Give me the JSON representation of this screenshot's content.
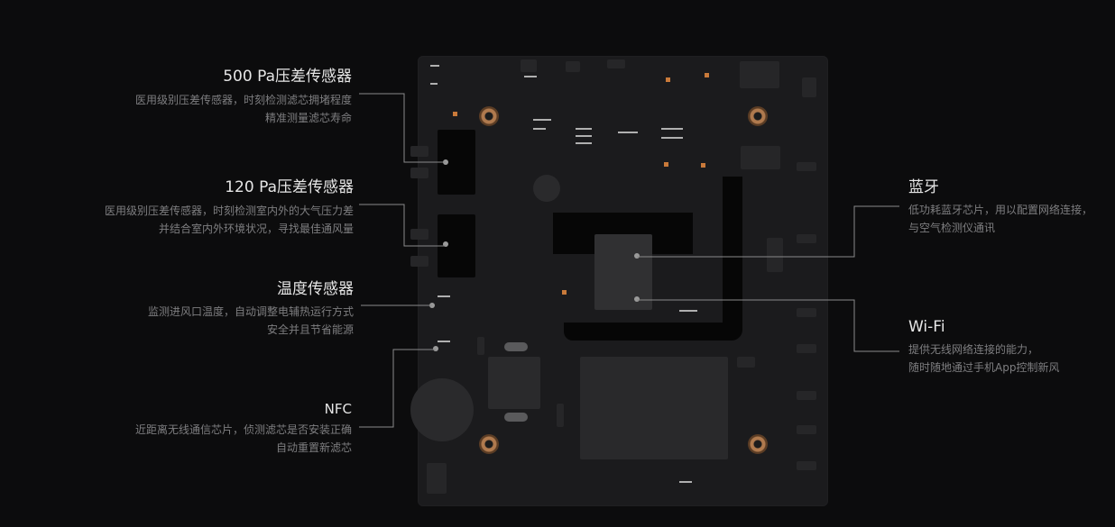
{
  "annotations": {
    "sensor500": {
      "title": "500 Pa压差传感器",
      "line1": "医用级别压差传感器，时刻检测滤芯拥堵程度",
      "line2": "精准测量滤芯寿命"
    },
    "sensor120": {
      "title": "120 Pa压差传感器",
      "line1": "医用级别压差传感器，时刻检测室内外的大气压力差",
      "line2": "并结合室内外环境状况，寻找最佳通风量"
    },
    "temperature": {
      "title": "温度传感器",
      "line1": "监测进风口温度，自动调整电辅热运行方式",
      "line2": "安全并且节省能源"
    },
    "nfc": {
      "title": "NFC",
      "line1": "近距离无线通信芯片，侦测滤芯是否安装正确",
      "line2": "自动重置新滤芯"
    },
    "bluetooth": {
      "title": "蓝牙",
      "line1": "低功耗蓝牙芯片，用以配置网络连接，",
      "line2": "与空气检测仪通讯"
    },
    "wifi": {
      "title": "Wi-Fi",
      "line1": "提供无线网络连接的能力，",
      "line2": "随时随地通过手机App控制新风"
    }
  },
  "colors": {
    "background": "#0c0c0d",
    "board": "#1b1b1d",
    "title": "#e6e6e6",
    "description": "#7e7e80",
    "leader_line": "#8a8a8a",
    "copper": "#b07a4e"
  }
}
